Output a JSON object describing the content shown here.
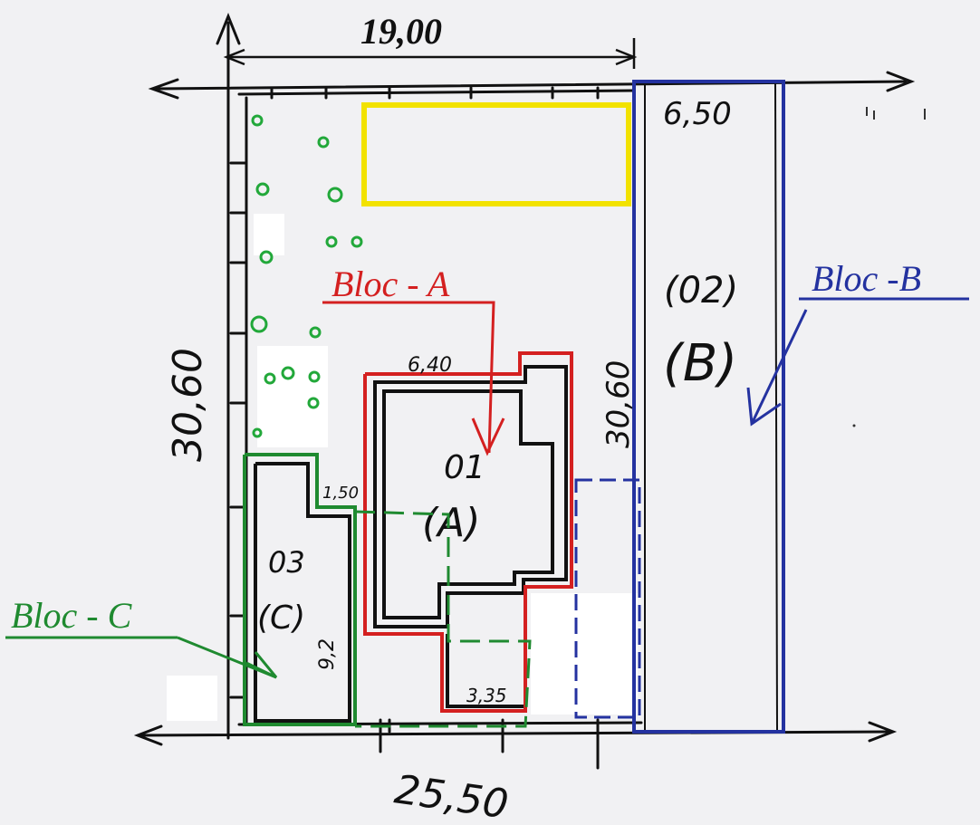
{
  "dimensions": {
    "top_width": "19,00",
    "bottom_width": "25,50",
    "left_depth": "30,60",
    "right_depth": "30,60",
    "bloc_b_width": "6,50",
    "bloc_a_width": "6,40",
    "bloc_c_width": "1,50",
    "bloc_c_depth": "9,2",
    "annex_width": "3,35"
  },
  "blocs": {
    "a": {
      "label": "Bloc - A",
      "number": "01",
      "code": "(A)",
      "color": "#d42020"
    },
    "b": {
      "label": "Bloc -B",
      "number": "(02)",
      "code": "(B)",
      "color": "#2432a0"
    },
    "c": {
      "label": "Bloc - C",
      "number": "03",
      "code": "(C)",
      "color": "#1f8a30"
    }
  },
  "colors": {
    "ink": "#111111",
    "yellow_zone": "#f2e200",
    "tree": "#22a83a",
    "paper": "#f1f1f3"
  },
  "icons": [
    "tree-icon",
    "arrow-icon"
  ]
}
